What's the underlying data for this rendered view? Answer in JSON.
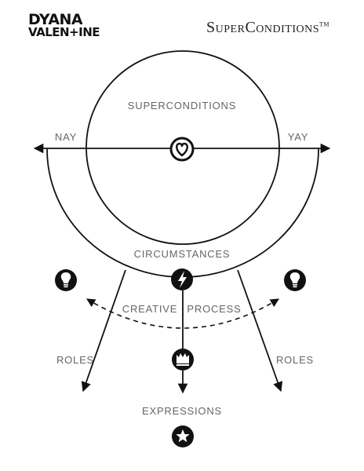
{
  "brand": {
    "line1": "DYANA",
    "line2": "VALEN+INE"
  },
  "header": {
    "title": "SuperConditions",
    "trademark": "TM"
  },
  "diagram": {
    "superconditions": "SUPERCONDITIONS",
    "nay": "NAY",
    "yay": "YAY",
    "circumstances": "CIRCUMSTANCES",
    "creative": "CREATIVE",
    "process": "PROCESS",
    "roles_left": "ROLES",
    "roles_right": "ROLES",
    "expressions": "EXPRESSIONS"
  },
  "icons": {
    "center": "heart-icon",
    "top_node": "lightning-icon",
    "lower_node": "crown-icon",
    "bottom_node": "star-icon",
    "left_bulb": "lightbulb-icon",
    "right_bulb": "lightbulb-icon"
  },
  "colors": {
    "ink": "#111111",
    "label": "#666666"
  }
}
